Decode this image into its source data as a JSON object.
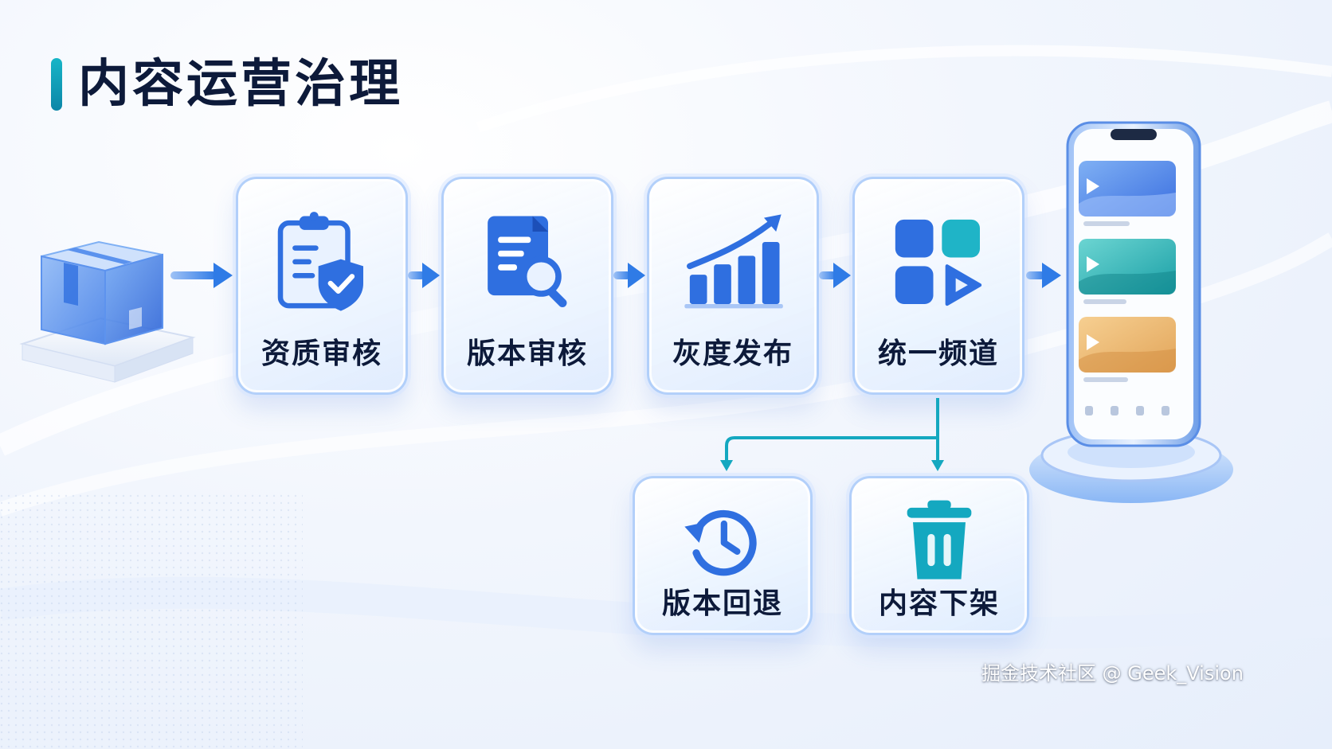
{
  "title": "内容运营治理",
  "source": {
    "icon": "package-box-icon"
  },
  "flow_steps": [
    {
      "label": "资质审核",
      "icon": "clipboard-shield-check-icon"
    },
    {
      "label": "版本审核",
      "icon": "document-search-icon"
    },
    {
      "label": "灰度发布",
      "icon": "rising-bar-chart-icon"
    },
    {
      "label": "统一频道",
      "icon": "grid-apps-play-icon"
    }
  ],
  "branch_steps": [
    {
      "label": "版本回退",
      "icon": "history-clock-icon"
    },
    {
      "label": "内容下架",
      "icon": "trash-bin-icon"
    }
  ],
  "target": {
    "icon": "smartphone-video-feed-icon"
  },
  "watermark": "掘金技术社区 @ Geek_Vision",
  "colors": {
    "title_text": "#0d1a3a",
    "accent_teal": "#14a8c0",
    "arrow_blue": "#2f7be6",
    "icon_blue": "#2f6fe0",
    "card_border": "#afcdfa"
  }
}
